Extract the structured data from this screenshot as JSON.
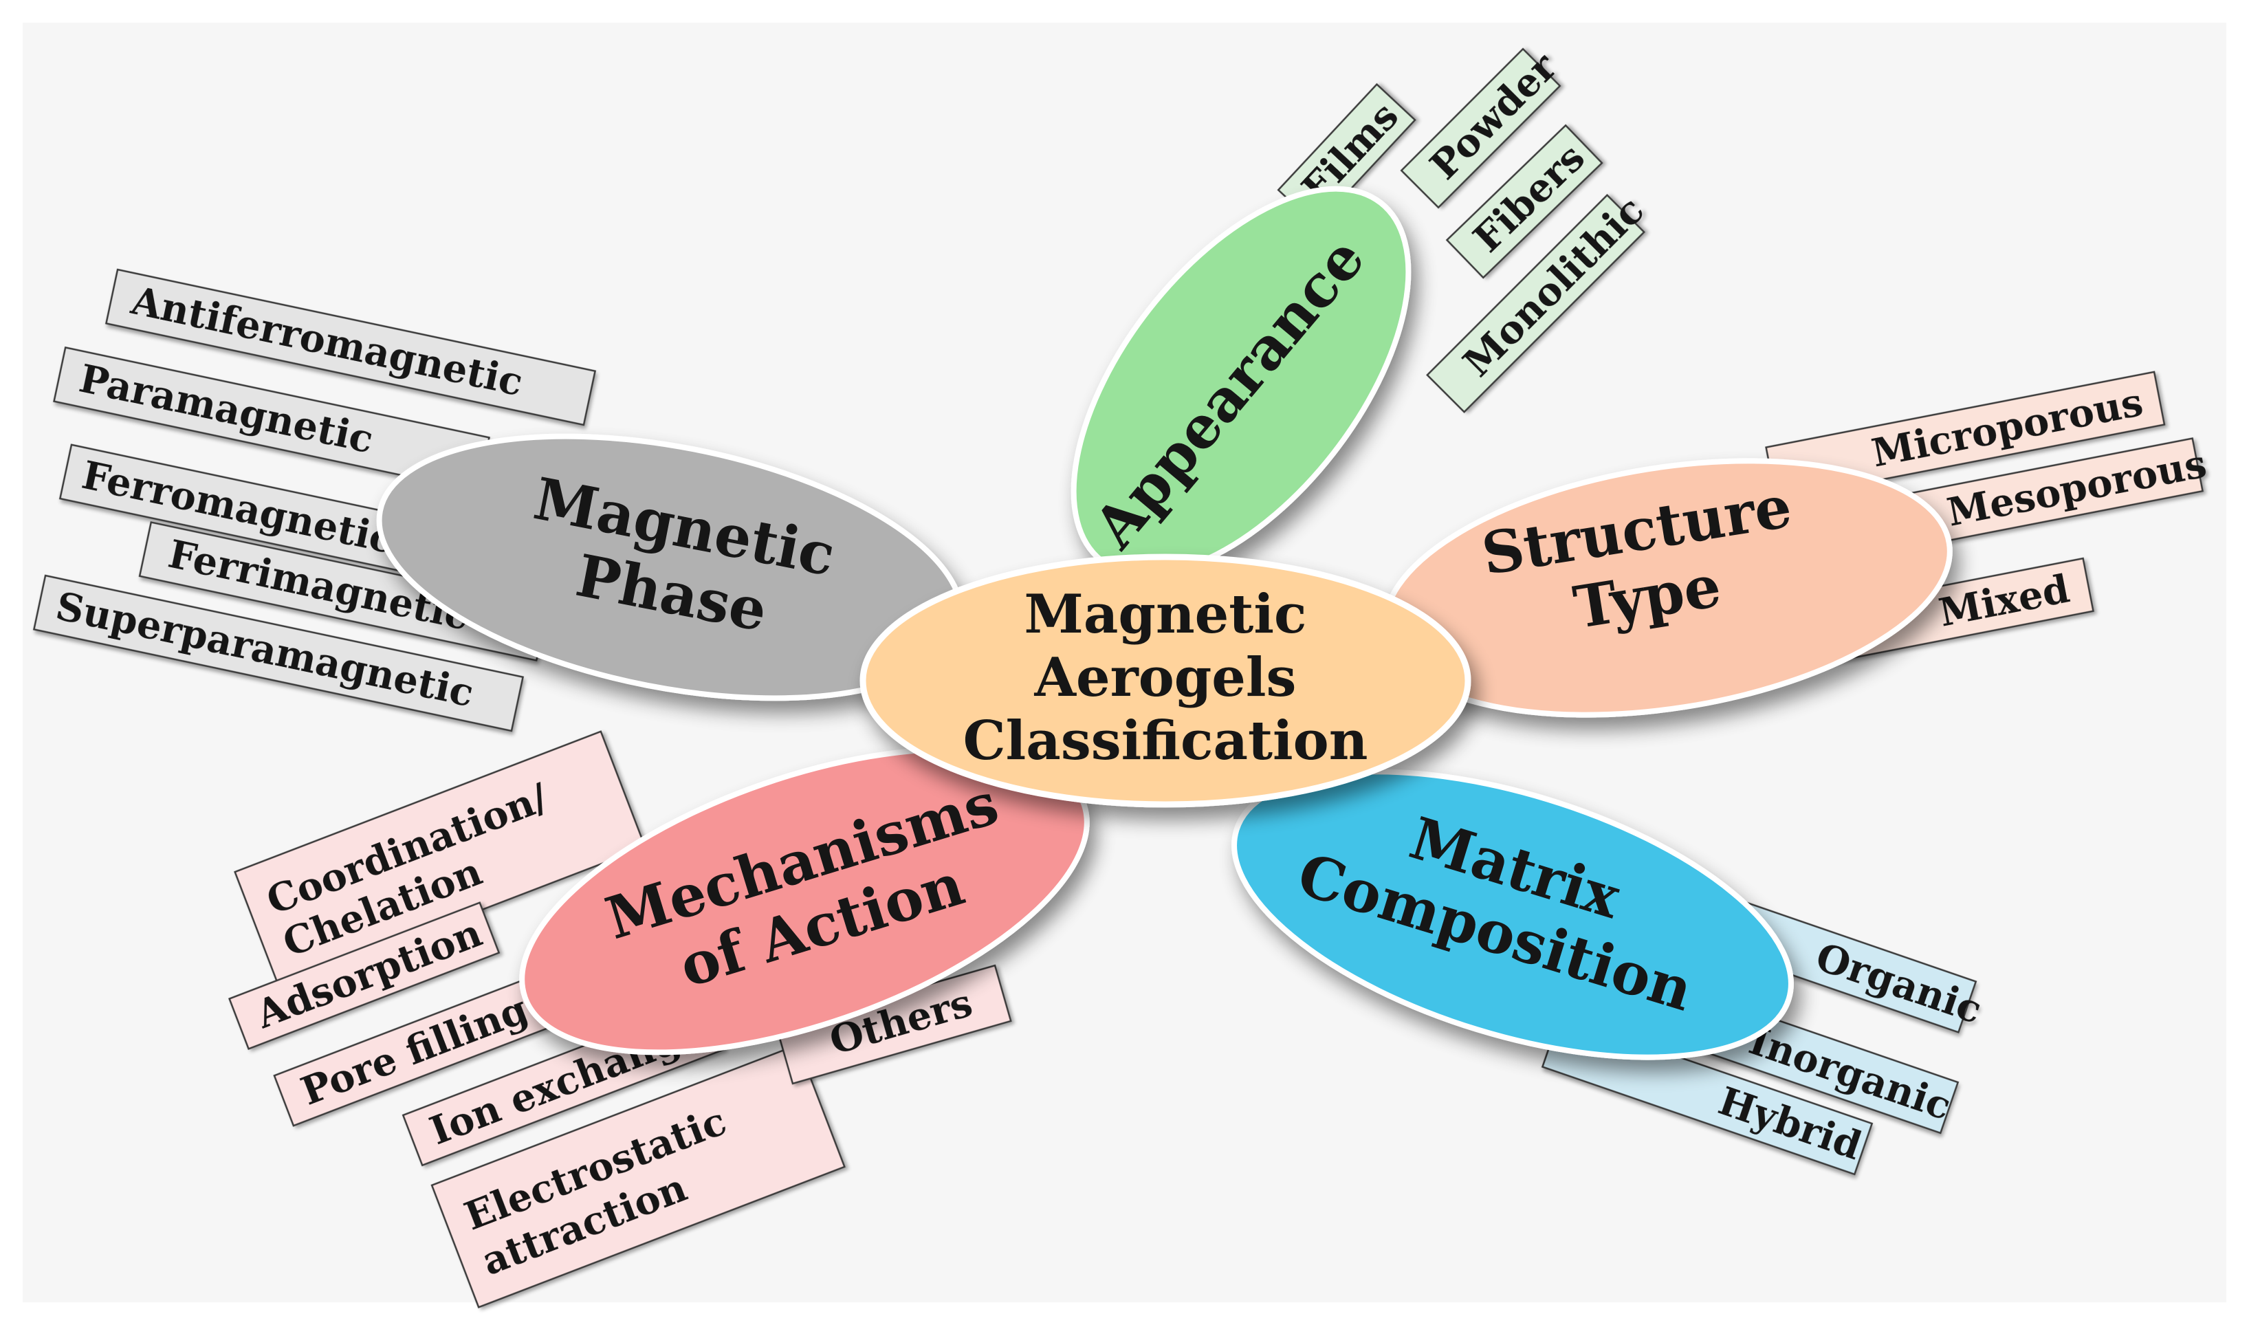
{
  "center": {
    "lines": [
      "Magnetic",
      "Aerogels",
      "Classification"
    ],
    "color": "#ffd39c"
  },
  "categories": {
    "appearance": {
      "lines": [
        "Appearance"
      ],
      "color": "#99e29b",
      "tag_color": "#dcefdc",
      "items": [
        "Films",
        "Powder",
        "Fibers",
        "Monolithic"
      ]
    },
    "structure_type": {
      "lines": [
        "Structure",
        "Type"
      ],
      "color": "#fbc7ad",
      "tag_color": "#fbe3da",
      "items": [
        "Microporous",
        "Mesoporous",
        "Mixed"
      ]
    },
    "matrix_composition": {
      "lines": [
        "Matrix",
        "Composition"
      ],
      "color": "#43c3e8",
      "tag_color": "#cfe9f3",
      "items": [
        "Organic",
        "Inorganic",
        "Hybrid"
      ]
    },
    "mechanisms_of_action": {
      "lines": [
        "Mechanisms",
        "of Action"
      ],
      "color": "#f69596",
      "tag_color": "#fbe1e1",
      "items": [
        "Coordination/ Chelation",
        "Adsorption",
        "Pore filling",
        "Ion exchange",
        "Electrostatic attraction",
        "Others"
      ]
    },
    "magnetic_phase": {
      "lines": [
        "Magnetic",
        "Phase"
      ],
      "color": "#b1b1b1",
      "tag_color": "#e4e4e4",
      "items": [
        "Antiferromagnetic",
        "Paramagnetic",
        "Ferromagnetic",
        "Ferrimagnetic",
        "Superparamagnetic"
      ]
    }
  }
}
